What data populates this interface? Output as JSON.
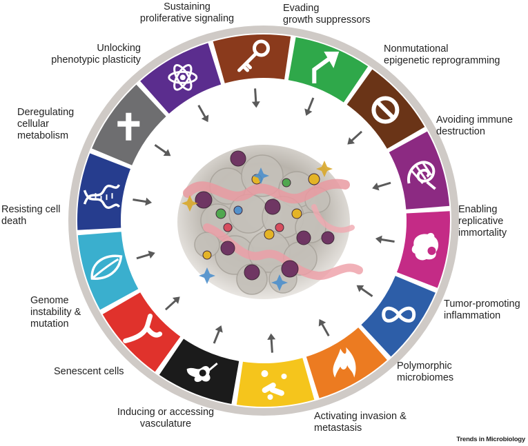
{
  "hallmarks": [
    {
      "lines": [
        "Sustaining",
        "proliferative signaling"
      ],
      "color": "#2fa84a",
      "icon": "arrow-up-right-icon"
    },
    {
      "lines": [
        "Evading",
        "growth suppressors"
      ],
      "color": "#6a3417",
      "icon": "prohibition-icon"
    },
    {
      "lines": [
        "Nonmutational",
        "epigenetic reprogramming"
      ],
      "color": "#8c2a82",
      "icon": "dna-coil-icon"
    },
    {
      "lines": [
        "Avoiding immune",
        "destruction"
      ],
      "color": "#c42b86",
      "icon": "immune-cell-icon"
    },
    {
      "lines": [
        "Enabling",
        "replicative",
        "immortality"
      ],
      "color": "#2d5ea8",
      "icon": "infinity-icon"
    },
    {
      "lines": [
        "Tumor-promoting",
        "inflammation"
      ],
      "color": "#ec7b21",
      "icon": "flame-icon"
    },
    {
      "lines": [
        "Polymorphic",
        "microbiomes"
      ],
      "color": "#f5c51c",
      "icon": "bacteria-icon"
    },
    {
      "lines": [
        "Activating invasion &",
        "metastasis"
      ],
      "color": "#1b1b1b",
      "icon": "migrating-cell-icon"
    },
    {
      "lines": [
        "Inducing or accessing",
        "vasculature"
      ],
      "color": "#e0322c",
      "icon": "vessel-branch-icon"
    },
    {
      "lines": [
        "Senescent cells"
      ],
      "color": "#3aafce",
      "icon": "leaf-icon"
    },
    {
      "lines": [
        "Genome",
        "instability &",
        "mutation"
      ],
      "color": "#263d8e",
      "icon": "dna-helix-icon"
    },
    {
      "lines": [
        "Resisting cell",
        "death"
      ],
      "color": "#6e6e70",
      "icon": "cross-icon"
    },
    {
      "lines": [
        "Deregulating",
        "cellular",
        "metabolism"
      ],
      "color": "#5b2d8e",
      "icon": "atom-icon"
    },
    {
      "lines": [
        "Unlocking",
        "phenotypic plasticity"
      ],
      "color": "#8a3a1c",
      "icon": "key-icon"
    }
  ],
  "center_image": "tumor-microenvironment-illustration",
  "credit": "Trends in Microbiology"
}
